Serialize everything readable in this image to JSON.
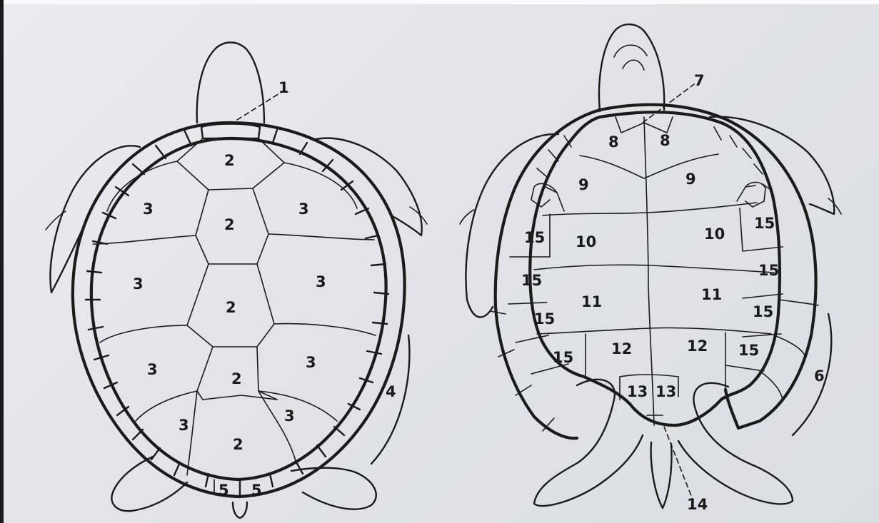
{
  "figures": [
    {
      "name": "carapace",
      "labels": [
        "1",
        "2",
        "2",
        "2",
        "2",
        "2",
        "3",
        "3",
        "3",
        "3",
        "3",
        "3",
        "3",
        "3",
        "4",
        "5",
        "5"
      ]
    },
    {
      "name": "plastron",
      "labels": [
        "7",
        "8",
        "8",
        "9",
        "9",
        "10",
        "10",
        "11",
        "11",
        "12",
        "12",
        "13",
        "13",
        "14",
        "15",
        "15",
        "15",
        "15",
        "15",
        "15",
        "15",
        "15",
        "6"
      ]
    }
  ],
  "label_text": {
    "one": "1",
    "two": "2",
    "three": "3",
    "four": "4",
    "five": "5",
    "six": "6",
    "seven": "7",
    "eight": "8",
    "nine": "9",
    "ten": "10",
    "eleven": "11",
    "twelve": "12",
    "thirteen": "13",
    "fourteen": "14",
    "fifteen": "15"
  }
}
